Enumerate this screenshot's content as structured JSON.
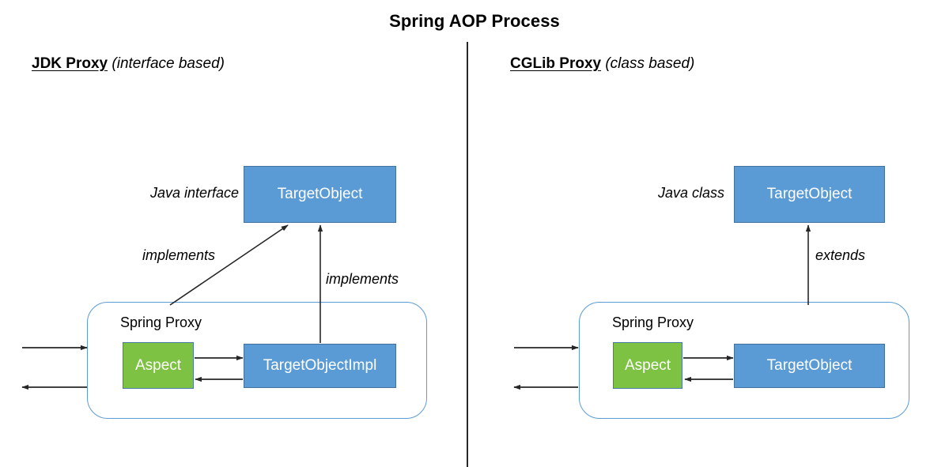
{
  "diagram": {
    "title": "Spring AOP Process",
    "background": "#ffffff",
    "colors": {
      "blue_fill": "#5b9bd5",
      "blue_stroke": "#41719c",
      "green_fill": "#7dc242",
      "proxy_stroke": "#5b9bd5",
      "arrow": "#262626",
      "text_dark": "#000000",
      "text_light": "#ffffff"
    },
    "panels": [
      {
        "id": "jdk",
        "header_strong": "JDK Proxy",
        "header_italic": "(interface based)",
        "top_box_label": "TargetObject",
        "top_box_annotation": "Java interface",
        "proxy_label": "Spring Proxy",
        "aspect_label": "Aspect",
        "inner_box_label": "TargetObjectImpl",
        "relation_labels": [
          "implements",
          "implements"
        ]
      },
      {
        "id": "cglib",
        "header_strong": "CGLib Proxy",
        "header_italic": "(class based)",
        "top_box_label": "TargetObject",
        "top_box_annotation": "Java class",
        "proxy_label": "Spring Proxy",
        "aspect_label": "Aspect",
        "inner_box_label": "TargetObject",
        "relation_labels": [
          "extends"
        ]
      }
    ]
  }
}
